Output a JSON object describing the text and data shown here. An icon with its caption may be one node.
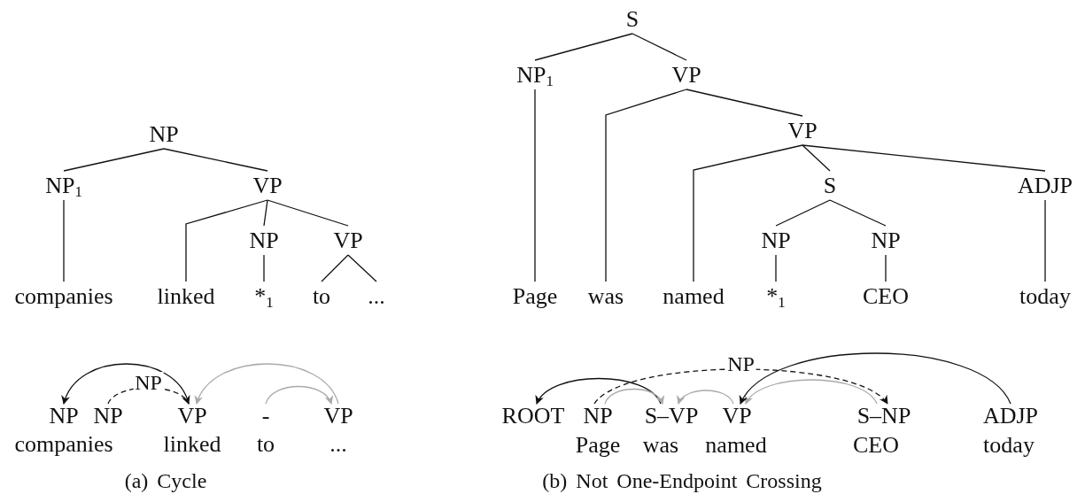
{
  "diagram": {
    "nodes": [
      {
        "text": [
          "NP"
        ]
      },
      {
        "text": [
          "NP$_{1}$"
        ]
      },
      {
        "text": [
          "VP"
        ]
      },
      {
        "text": [
          "NP"
        ]
      },
      {
        "text": [
          "VP"
        ]
      },
      {
        "text": [
          "companies"
        ]
      },
      {
        "text": [
          "linked"
        ]
      },
      {
        "text": [
          "*$_{1}$"
        ]
      },
      {
        "text": [
          "to"
        ]
      },
      {
        "text": [
          "..."
        ]
      },
      {
        "text": [
          "NP"
        ]
      },
      {
        "text": [
          "NP"
        ]
      },
      {
        "text": [
          "VP"
        ]
      },
      {
        "text": [
          "-"
        ]
      },
      {
        "text": [
          "VP"
        ]
      },
      {
        "text": [
          "S"
        ]
      },
      {
        "text": [
          "NP$_{1}$"
        ]
      },
      {
        "text": [
          "VP"
        ]
      },
      {
        "text": [
          "VP"
        ]
      },
      {
        "text": [
          "S"
        ]
      },
      {
        "text": [
          "ADJP"
        ]
      },
      {
        "text": [
          "NP"
        ]
      },
      {
        "text": [
          "NP"
        ]
      },
      {
        "text": [
          "Page"
        ]
      },
      {
        "text": [
          "was"
        ]
      },
      {
        "text": [
          "named"
        ]
      },
      {
        "text": [
          "*$_{1}$"
        ]
      },
      {
        "text": [
          "CEO"
        ]
      },
      {
        "text": [
          "today"
        ]
      },
      {
        "text": [
          "ROOT"
        ]
      },
      {
        "text": [
          "NP"
        ]
      },
      {
        "text": [
          "S–VP"
        ]
      },
      {
        "text": [
          "VP"
        ]
      },
      {
        "text": [
          "S–NP"
        ]
      },
      {
        "text": [
          "ADJP"
        ]
      }
    ],
    "edges": [
      {
        "from": 0,
        "to": 1,
        "arrow": "none"
      },
      {
        "from": 0,
        "to": 2,
        "arrow": "none"
      },
      {
        "from": 1,
        "to": 5,
        "arrow": "none"
      },
      {
        "from": 2,
        "to": 6,
        "arrow": "none"
      },
      {
        "from": 2,
        "to": 3,
        "arrow": "none"
      },
      {
        "from": 2,
        "to": 4,
        "arrow": "none"
      },
      {
        "from": 3,
        "to": 7,
        "arrow": "none"
      },
      {
        "from": 4,
        "to": 8,
        "arrow": "none"
      },
      {
        "from": 4,
        "to": 9,
        "arrow": "none"
      },
      {
        "from": 12,
        "to": 10,
        "arrow": "to"
      },
      {
        "from": 11,
        "to": 12,
        "arrow": "to",
        "label": "NP",
        "style": "dashed"
      },
      {
        "from": 14,
        "to": 12,
        "arrow": "to",
        "color": "#aaaaaa"
      },
      {
        "from": 13,
        "to": 14,
        "arrow": "to",
        "color": "#aaaaaa"
      },
      {
        "from": 15,
        "to": 16,
        "arrow": "none"
      },
      {
        "from": 15,
        "to": 17,
        "arrow": "none"
      },
      {
        "from": 16,
        "to": 23,
        "arrow": "none"
      },
      {
        "from": 17,
        "to": 24,
        "arrow": "none"
      },
      {
        "from": 17,
        "to": 18,
        "arrow": "none"
      },
      {
        "from": 18,
        "to": 25,
        "arrow": "none"
      },
      {
        "from": 18,
        "to": 19,
        "arrow": "none"
      },
      {
        "from": 18,
        "to": 20,
        "arrow": "none"
      },
      {
        "from": 19,
        "to": 21,
        "arrow": "none"
      },
      {
        "from": 19,
        "to": 22,
        "arrow": "none"
      },
      {
        "from": 21,
        "to": 26,
        "arrow": "none"
      },
      {
        "from": 22,
        "to": 27,
        "arrow": "none"
      },
      {
        "from": 20,
        "to": 28,
        "arrow": "none"
      },
      {
        "from": 31,
        "to": 29,
        "arrow": "to"
      },
      {
        "from": 30,
        "to": 33,
        "arrow": "to",
        "label": "NP",
        "style": "dashed"
      },
      {
        "from": 30,
        "to": 31,
        "arrow": "to",
        "color": "#aaaaaa"
      },
      {
        "from": 32,
        "to": 31,
        "arrow": "to",
        "color": "#aaaaaa"
      },
      {
        "from": 33,
        "to": 32,
        "arrow": "to",
        "color": "#aaaaaa"
      },
      {
        "from": 34,
        "to": 32,
        "arrow": "to"
      }
    ],
    "labels": [
      "companies",
      "linked",
      "to",
      "...",
      "(a)  Cycle",
      "Page",
      "was",
      "named",
      "CEO",
      "today",
      "(b)  Not One-Endpoint Crossing"
    ]
  }
}
